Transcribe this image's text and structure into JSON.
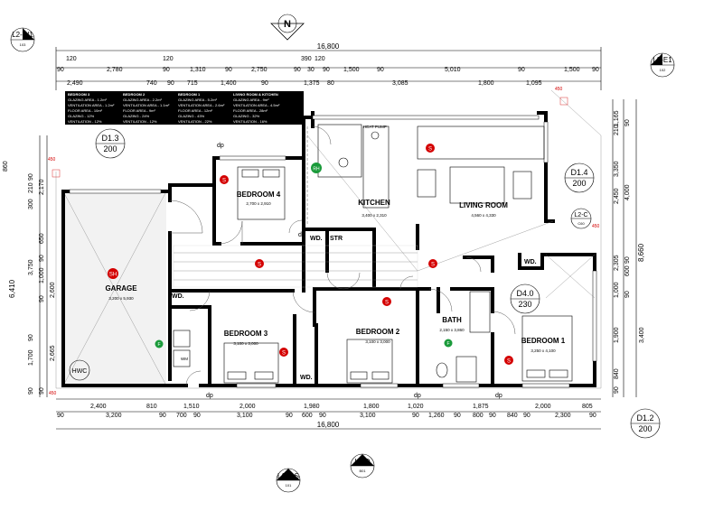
{
  "north": "N",
  "tags": {
    "l2w1": {
      "top": "L2-W1",
      "sub": "103"
    },
    "l2e1": {
      "top": "L2-E1",
      "sub": "102"
    },
    "l2d": {
      "top": "L2-D",
      "sub": "B01"
    },
    "l13s": {
      "top": "L1-3-S",
      "sub": "101"
    },
    "l2c": {
      "top": "L2-C",
      "sub": "C60"
    },
    "d13": {
      "top": "D1.3",
      "sub": "200"
    },
    "d14": {
      "top": "D1.4",
      "sub": "200"
    },
    "d12": {
      "top": "D1.2",
      "sub": "200"
    },
    "d40": {
      "top": "D4.0",
      "sub": "230"
    }
  },
  "top_dims": {
    "overall": "16,800",
    "row1": [
      "120",
      "120",
      "390",
      "120"
    ],
    "row2": [
      "90",
      "2,780",
      "90",
      "1,310",
      "90",
      "2,750",
      "90",
      "30",
      "90",
      "1,500",
      "90",
      "5,010",
      "90",
      "1,500",
      "90"
    ],
    "row3": [
      "2,490",
      "740",
      "90",
      "715",
      "1,400",
      "90",
      "1,375",
      "80",
      "3,085",
      "1,800",
      "1,095"
    ]
  },
  "bottom_dims": {
    "row1": [
      "2,400",
      "810",
      "1,510",
      "2,000",
      "1,980",
      "1,800",
      "1,020",
      "1,875",
      "2,000",
      "805"
    ],
    "row2": [
      "90",
      "3,200",
      "90",
      "700",
      "90",
      "3,100",
      "90",
      "600",
      "90",
      "3,100",
      "90",
      "1,260",
      "90",
      "800",
      "90",
      "840",
      "90",
      "2,300",
      "90"
    ],
    "overall": "16,800"
  },
  "left_dims": [
    "860",
    "300",
    "210",
    "90",
    "2,170",
    "3,750",
    "650",
    "90",
    "6,410",
    "1,000",
    "90",
    "2,600",
    "1,700",
    "90",
    "2,665",
    "90",
    "90"
  ],
  "right_dims": [
    "1,165",
    "210",
    "90",
    "3,350",
    "4,000",
    "2,450",
    "8,660",
    "2,305",
    "90",
    "600",
    "1,000",
    "90",
    "3,400",
    "1,900",
    "840",
    "90"
  ],
  "rooms": {
    "bedroom4": {
      "name": "BEDROOM 4",
      "size": "2,700 x 2,910"
    },
    "kitchen": {
      "name": "KITCHEN",
      "size": "3,400 x 2,310"
    },
    "living": {
      "name": "LIVING ROOM",
      "size": "4,560 x 4,330"
    },
    "garage": {
      "name": "GARAGE",
      "size": "3,200 x 5,930"
    },
    "bedroom3": {
      "name": "BEDROOM 3",
      "size": "3,100 x 3,000"
    },
    "bedroom2": {
      "name": "BEDROOM 2",
      "size": "3,100 x 3,000"
    },
    "bath": {
      "name": "BATH",
      "size": "2,150 x 3,860"
    },
    "bedroom1": {
      "name": "BEDROOM 1",
      "size": "3,250 x 4,100"
    }
  },
  "labels": {
    "wd1": "WD.",
    "wd2": "WD.",
    "wd3": "WD.",
    "wd4": "WD.",
    "str": "STR",
    "hwc": "HWC",
    "heatpump": "HEAT PUMP",
    "sh": "SH",
    "rh": "RH",
    "s": "S",
    "f": "F",
    "dp": "dp",
    "wm": "WM",
    "dim450a": "450",
    "dim450b": "450",
    "dim450c": "450",
    "dim450d": "450"
  },
  "legend": [
    {
      "head": "BEDROOM 3",
      "lines": [
        "GLAZING AREA - 1.2m²",
        "VENTILATION AREA - 1.2m²",
        "FLOOR AREA - 10m²",
        "GLAZING - 12%",
        "VENTILATION - 12%"
      ]
    },
    {
      "head": "BEDROOM 2",
      "lines": [
        "GLAZING AREA - 2.2m²",
        "VENTILATION AREA - 1.1m²",
        "FLOOR AREA - 9m²",
        "GLAZING - 24%",
        "VENTILATION - 12%"
      ]
    },
    {
      "head": "BEDROOM 1",
      "lines": [
        "GLAZING AREA - 5.2m²",
        "VENTILATION AREA - 2.6m²",
        "FLOOR AREA - 12m²",
        "GLAZING - 43%",
        "VENTILATION - 22%"
      ]
    },
    {
      "head": "LIVING ROOM & KITCHEN",
      "lines": [
        "GLAZING AREA - 9m²",
        "VENTILATION AREA - 4.5m²",
        "FLOOR AREA - 28m²",
        "GLAZING - 32%",
        "VENTILATION - 16%"
      ]
    }
  ]
}
